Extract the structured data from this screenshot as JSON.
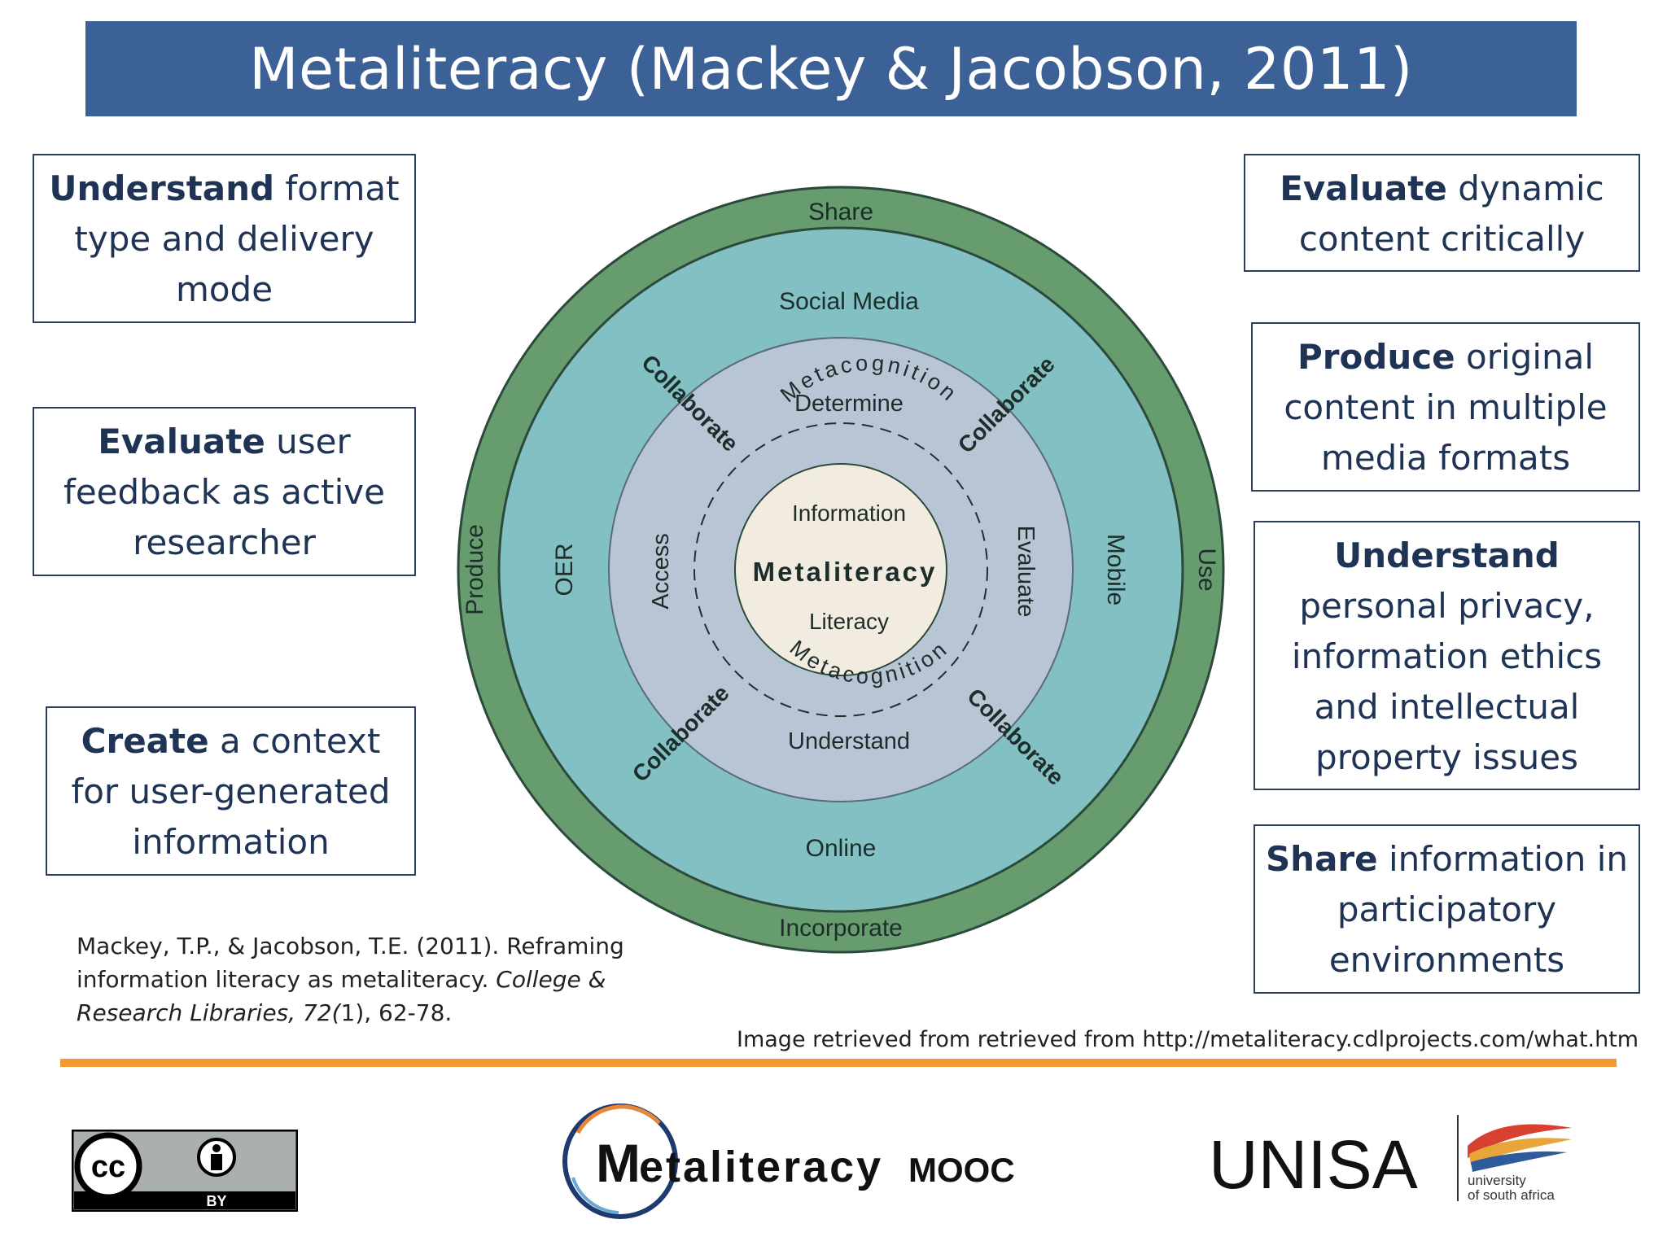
{
  "header": {
    "title": "Metaliteracy (Mackey & Jacobson, 2011)"
  },
  "left_boxes": [
    {
      "bold": "Understand",
      "rest": " format type and delivery mode"
    },
    {
      "bold": "Evaluate",
      "rest": " user feedback as active researcher"
    },
    {
      "bold": "Create",
      "rest": " a context for user-generated information"
    }
  ],
  "right_boxes": [
    {
      "bold": "Evaluate",
      "rest": " dynamic content critically"
    },
    {
      "bold": "Produce",
      "rest": " original content in multiple media formats"
    },
    {
      "bold": "Understand",
      "rest": " personal privacy, information ethics and intellectual property issues"
    },
    {
      "bold": "Share",
      "rest": " information in participatory environments"
    }
  ],
  "diagram": {
    "outer_ring": {
      "top": "Share",
      "bottom": "Incorporate",
      "left": "Produce",
      "right": "Use"
    },
    "middle_ring": {
      "top": "Social Media",
      "bottom": "Online",
      "left": "OER",
      "right": "Mobile"
    },
    "inner_ring": {
      "top": "Determine",
      "bottom": "Understand",
      "left": "Access",
      "right": "Evaluate"
    },
    "metacognition": "Metacognition",
    "collaborate": "Collaborate",
    "core": {
      "top": "Information",
      "center": "Metaliteracy",
      "bottom": "Literacy"
    },
    "colors": {
      "outer": "#679c6f",
      "middle": "#82c0c3",
      "inner": "#b7c5d4",
      "core": "#f1ecdf",
      "border": "#2c4a3c"
    }
  },
  "citation": {
    "line1": "Mackey, T.P., & Jacobson, T.E. (2011). Reframing",
    "line2_plain": "information literacy as metaliteracy. ",
    "line2_italic": "College &",
    "line3_italic_a": "Research Libraries, 72(",
    "line3_plain": "1), 62-78."
  },
  "retrieved": "Image retrieved from retrieved from http://metaliteracy.cdlprojects.com/what.htm",
  "footer": {
    "cc_badge": {
      "cc": "cc",
      "by": "BY",
      "icon": "person-icon"
    },
    "mooc_logo": {
      "m": "M",
      "text": "etaliteracy",
      "suffix": "MOOC"
    },
    "unisa_logo": {
      "text": "UNISA",
      "sub1": "university",
      "sub2": "of south africa"
    }
  }
}
